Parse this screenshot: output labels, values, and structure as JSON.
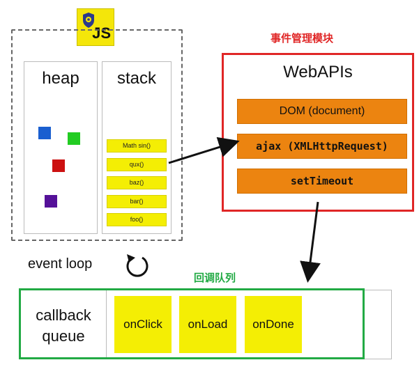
{
  "engine": {
    "heap_label": "heap",
    "stack_label": "stack",
    "stack_frames": [
      "Math sin()",
      "qux()",
      "baz()",
      "bar()",
      "foo()"
    ],
    "heap_object_colors": [
      "#1a5fd0",
      "#22cc22",
      "#cc1111",
      "#551199"
    ]
  },
  "event_loop": {
    "label": "event loop"
  },
  "webapis": {
    "module_label": "事件管理模块",
    "title": "WebAPIs",
    "apis": [
      "DOM (document)",
      "ajax (XMLHttpRequest)",
      "setTimeout"
    ]
  },
  "queue": {
    "module_label": "回调队列",
    "label_line1": "callback",
    "label_line2": "queue",
    "items": [
      "onClick",
      "onLoad",
      "onDone"
    ]
  },
  "colors": {
    "js_yellow": "#f4e60a",
    "api_orange": "#ec8410",
    "webapi_border": "#e02626",
    "queue_border": "#22aa44",
    "frame_yellow": "#f4ee04"
  }
}
